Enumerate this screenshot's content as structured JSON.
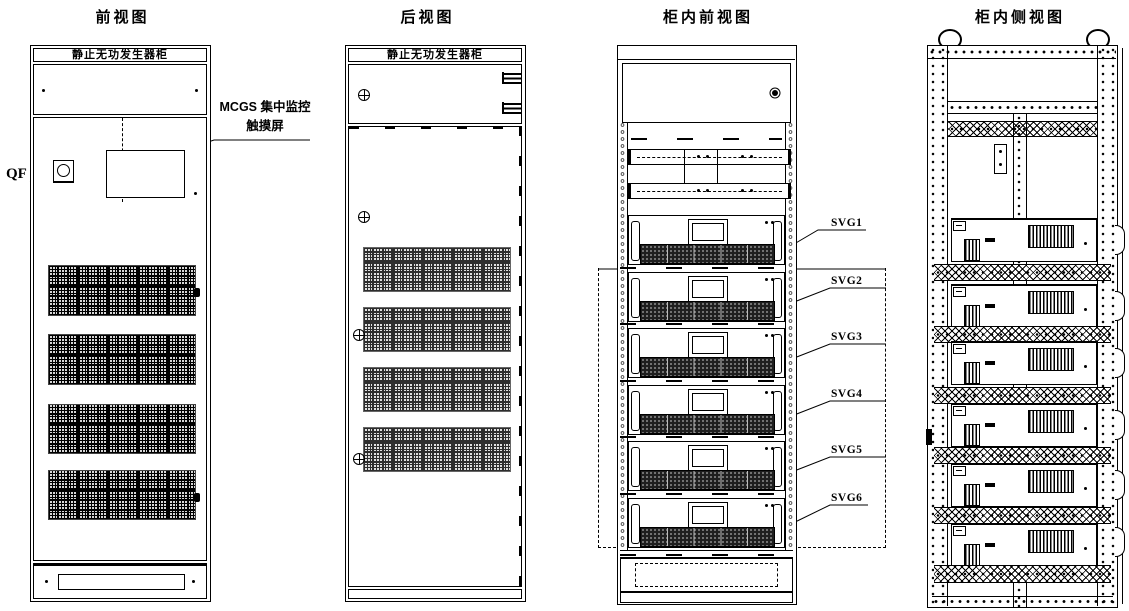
{
  "drawing": {
    "colors": {
      "line": "#000000",
      "background": "#ffffff"
    },
    "views": {
      "front": {
        "title": "前视图",
        "nameplate": "静止无功发生器柜",
        "qf_label": "QF",
        "mcgs_label_line1": "MCGS 集中监控",
        "mcgs_label_line2": "触摸屏"
      },
      "rear": {
        "title": "后视图",
        "nameplate": "静止无功发生器柜"
      },
      "internal_front": {
        "title": "柜内前视图",
        "module_labels": [
          "SVG1",
          "SVG2",
          "SVG3",
          "SVG4",
          "SVG5",
          "SVG6"
        ]
      },
      "internal_side": {
        "title": "柜内侧视图"
      }
    }
  }
}
